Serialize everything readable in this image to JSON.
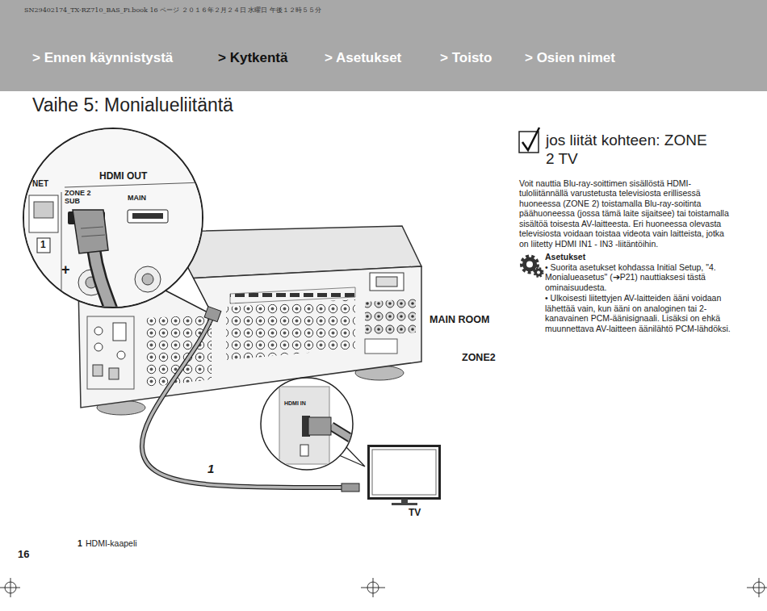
{
  "diagram": {
    "title": "Vaihe 5: Monialueliitäntä",
    "nodes": [
      {
        "text": [
          "> Ennen käynnistystä",
          "> Kytkentä",
          "> Asetukset",
          "> Toisto",
          "> Osien nimet"
        ]
      },
      {
        "text": [
          "NET",
          "HDMI OUT",
          "ZONE 2 SUB",
          "MAIN",
          "1",
          "+"
        ]
      },
      {
        "text": [
          "ZONE2"
        ]
      },
      {
        "text": [
          "HDMI IN"
        ]
      },
      {
        "text": [
          "TV"
        ],
        "in": 2
      }
    ],
    "labels": [
      "SN29402174_TX-RZ710_BAS_Fi.book 16 ページ ２０１６年２月２４日 水曜日 午後１２時５５分",
      "jos liität kohteen: ZONE 2 TV",
      "Voit nauttia Blu-ray-soittimen sisällöstä HDMI-tuloliitännällä varustetusta televisiosta erillisessä huoneessa (ZONE 2) toistamalla Blu-ray-soitinta päähuoneessa (jossa tämä laite sijaitsee) tai toistamalla sisältöä toisesta AV-laitteesta. Eri huoneessa olevasta televisiosta voidaan toistaa videota vain laitteista, jotka on liitetty HDMI IN1 - IN3 -liitäntöihin.",
      "Asetukset",
      "• Suorita asetukset kohdassa Initial Setup, \"4. Monialueasetus\" (➔P21) nauttiaksesi tästä ominaisuudesta.",
      "• Ulkoisesti liitettyjen AV-laitteiden ääni voidaan lähettää vain, kun ääni on analoginen tai 2-kanavainen PCM-äänisignaali. Lisäksi on ehkä muunnettava AV-laitteen äänilähtö PCM-lähdöksi.",
      "MAIN ROOM",
      "1",
      "16",
      "1",
      "HDMI-kaapeli"
    ]
  }
}
